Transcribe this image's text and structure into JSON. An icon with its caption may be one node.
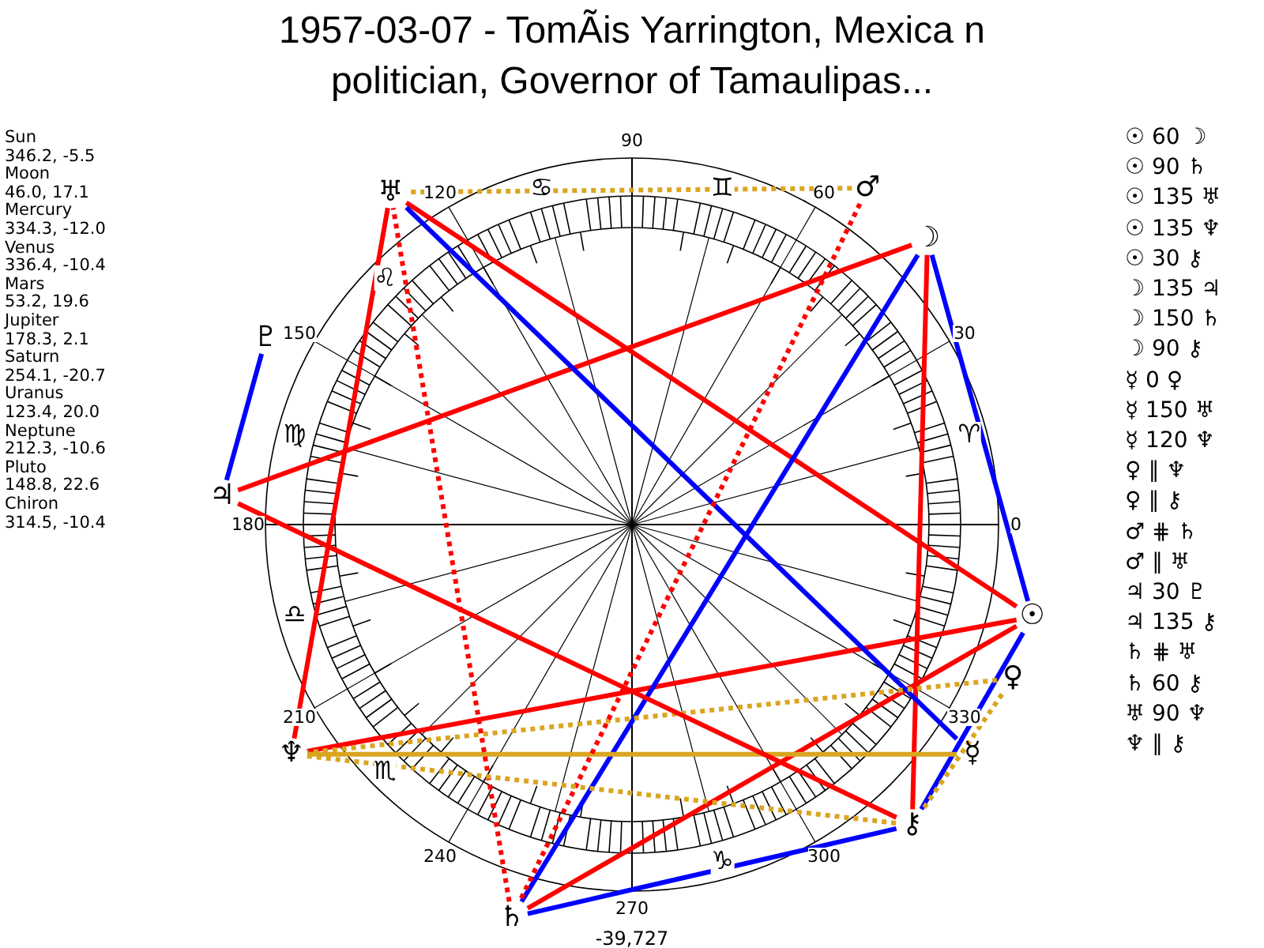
{
  "diagram": {
    "title": "1957-03-07 - TomÃis Yarrington, Mexica n politician, Governor of Tamaulipas...",
    "nodes": [
      {
        "text": [
          "☉"
        ]
      },
      {
        "text": [
          "☽"
        ]
      },
      {
        "text": [
          "☿"
        ]
      },
      {
        "text": [
          "♀"
        ]
      },
      {
        "text": [
          "♂"
        ]
      },
      {
        "text": [
          "♃"
        ]
      },
      {
        "text": [
          "♄"
        ]
      },
      {
        "text": [
          "♅"
        ]
      },
      {
        "text": [
          "♆"
        ]
      },
      {
        "text": [
          "♇"
        ]
      },
      {
        "text": [
          "⚷"
        ]
      }
    ],
    "edges": [
      {
        "from": 0,
        "to": 1,
        "arrow": "none",
        "color": "#0000ff"
      },
      {
        "from": 0,
        "to": 6,
        "arrow": "none"
      },
      {
        "from": 0,
        "to": 7,
        "arrow": "none"
      },
      {
        "from": 0,
        "to": 8,
        "arrow": "none"
      },
      {
        "from": 0,
        "to": 10,
        "arrow": "none",
        "color": "#0000ff"
      },
      {
        "from": 1,
        "to": 5,
        "arrow": "none"
      },
      {
        "from": 1,
        "to": 6,
        "arrow": "none",
        "color": "#0000ff"
      },
      {
        "from": 1,
        "to": 10,
        "arrow": "none"
      },
      {
        "from": 2,
        "to": 7,
        "arrow": "none",
        "color": "#0000ff"
      },
      {
        "from": 2,
        "to": 8,
        "arrow": "none",
        "color": "#daa520"
      },
      {
        "from": 3,
        "to": 8,
        "arrow": "none",
        "style": "dashed",
        "color": "#daa520"
      },
      {
        "from": 3,
        "to": 10,
        "arrow": "none",
        "style": "dashed",
        "color": "#daa520"
      },
      {
        "from": 4,
        "to": 6,
        "arrow": "none",
        "style": "dashed"
      },
      {
        "from": 4,
        "to": 7,
        "arrow": "none",
        "style": "dashed",
        "color": "#daa520"
      },
      {
        "from": 5,
        "to": 9,
        "arrow": "none",
        "color": "#0000ff"
      },
      {
        "from": 5,
        "to": 10,
        "arrow": "none"
      },
      {
        "from": 6,
        "to": 7,
        "arrow": "none",
        "style": "dashed"
      },
      {
        "from": 6,
        "to": 10,
        "arrow": "none",
        "color": "#0000ff"
      },
      {
        "from": 7,
        "to": 8,
        "arrow": "none"
      },
      {
        "from": 8,
        "to": 10,
        "arrow": "none",
        "style": "dashed",
        "color": "#daa520"
      }
    ],
    "labels": [
      "Sun",
      "346.2, -5.5",
      "Moon",
      "46.0, 17.1",
      "Mercury",
      "334.3, -12.0",
      "Venus",
      "336.4, -10.4",
      "Mars",
      "53.2, 19.6",
      "Jupiter",
      "178.3, 2.1",
      "Saturn",
      "254.1, -20.7",
      "Uranus",
      "123.4, 20.0",
      "Neptune",
      "212.3, -10.6",
      "Pluto",
      "148.8, 22.6",
      "Chiron",
      "314.5, -10.4",
      "☉ 60 ☽",
      "☉ 90 ♄",
      "☉ 135 ♅",
      "☉ 135 ♆",
      "☉ 30 ⚷",
      "☽ 135 ♃",
      "☽ 150 ♄",
      "☽ 90 ⚷",
      "☿ 0 ♀",
      "☿ 150 ♅",
      "☿ 120 ♆",
      "♀ ∥ ♆",
      "♀ ∥ ⚷",
      "♂ ⋕ ♄",
      "♂ ∥ ♅",
      "♃ 30 ♇",
      "♃ 135 ⚷",
      "♄ ⋕ ♅",
      "♄ 60 ⚷",
      "♅ 90 ♆",
      "♆ ∥ ⚷",
      "0",
      "30",
      "60",
      "90",
      "120",
      "150",
      "180",
      "210",
      "240",
      "270",
      "300",
      "330",
      "♈",
      "♊",
      "♋",
      "♌",
      "♍",
      "♎",
      "♏",
      "♑",
      "-39,727"
    ]
  }
}
